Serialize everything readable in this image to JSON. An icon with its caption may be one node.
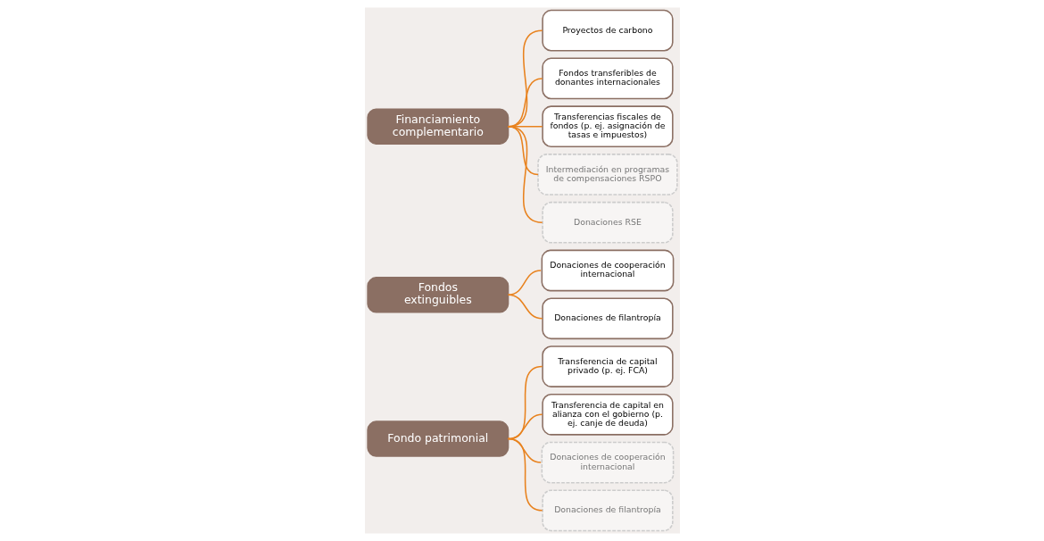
{
  "diagram": {
    "nodes": [
      {
        "text": [
          "Fondo patrimonial"
        ]
      },
      {
        "text": [
          "Transferencia de capital privado (p. ej. FCA)"
        ]
      },
      {
        "text": [
          "Transferencia de capital en alianza con el gobierno (p. ej. canje de deuda)"
        ]
      },
      {
        "text": [
          "Donaciones de cooperación internacional"
        ]
      },
      {
        "text": [
          "Donaciones de filantropía"
        ]
      },
      {
        "text": [
          "Fondos extinguibles"
        ]
      },
      {
        "text": [
          "Donaciones de cooperación internacional"
        ]
      },
      {
        "text": [
          "Donaciones de filantropía"
        ]
      },
      {
        "text": [
          "Financiamiento complementario"
        ]
      },
      {
        "text": [
          "Proyectos de carbono"
        ]
      },
      {
        "text": [
          "Fondos transferibles de donantes internacionales"
        ]
      },
      {
        "text": [
          "Transferencias fiscales de fondos (p. ej. asignación de tasas e impuestos)"
        ]
      },
      {
        "text": [
          "Intermediación en programas de compensaciones RSPO"
        ]
      },
      {
        "text": [
          "Donaciones RSE"
        ]
      }
    ],
    "edges": [
      {
        "from": 0,
        "to": 1,
        "arrow": "none"
      },
      {
        "from": 0,
        "to": 2,
        "arrow": "none"
      },
      {
        "from": 0,
        "to": 3,
        "arrow": "none"
      },
      {
        "from": 0,
        "to": 4,
        "arrow": "none"
      },
      {
        "from": 5,
        "to": 6,
        "arrow": "none"
      },
      {
        "from": 5,
        "to": 7,
        "arrow": "none"
      },
      {
        "from": 8,
        "to": 9,
        "arrow": "none"
      },
      {
        "from": 8,
        "to": 10,
        "arrow": "none"
      },
      {
        "from": 8,
        "to": 11,
        "arrow": "none"
      },
      {
        "from": 8,
        "to": 12,
        "arrow": "none"
      },
      {
        "from": 8,
        "to": 13,
        "arrow": "none"
      }
    ]
  }
}
